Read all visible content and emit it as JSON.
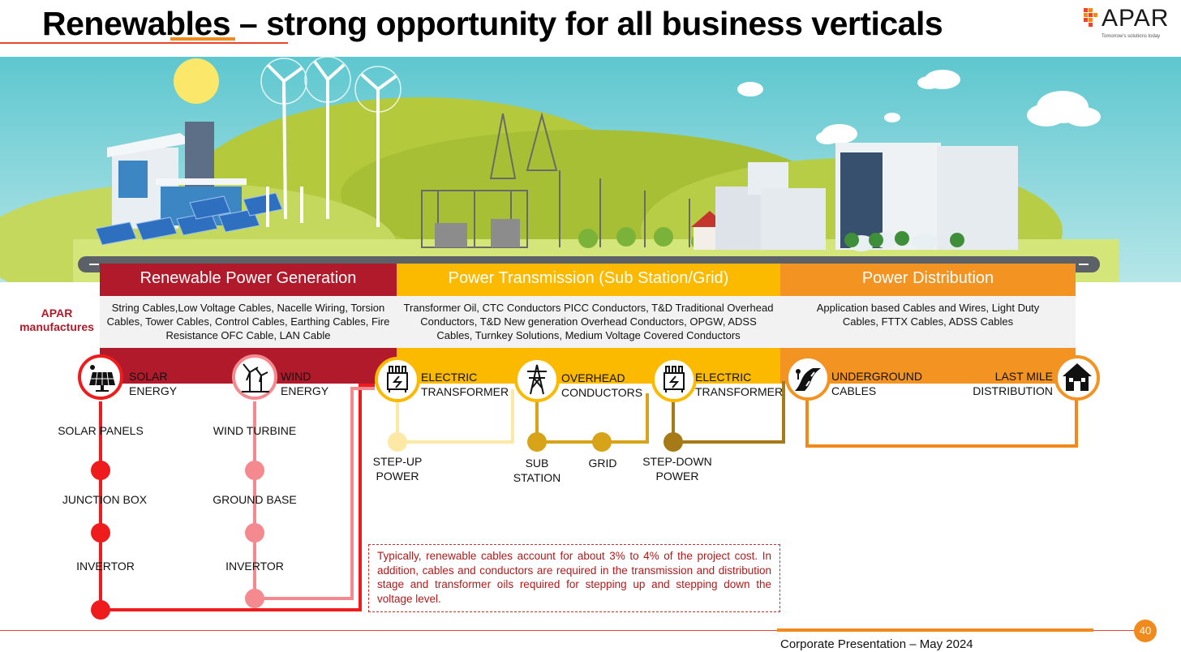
{
  "title": "Renewables – strong opportunity for all business verticals",
  "logo": {
    "name": "APAR",
    "tagline": "Tomorrow's solutions today"
  },
  "apar_label": "APAR manufactures",
  "segments": {
    "generation": {
      "header": "Renewable Power Generation",
      "products": "String Cables,Low Voltage Cables, Nacelle Wiring, Torsion Cables, Tower Cables, Control Cables, Earthing Cables, Fire Resistance OFC Cable, LAN Cable",
      "color": "#b01a2a"
    },
    "transmission": {
      "header": "Power Transmission (Sub Station/Grid)",
      "products": "Transformer Oil, CTC Conductors PICC Conductors, T&D Traditional Overhead Conductors, T&D New generation Overhead Conductors, OPGW, ADSS Cables, Turnkey Solutions, Medium Voltage Covered Conductors",
      "color": "#fbb900"
    },
    "distribution": {
      "header": "Power Distribution",
      "products": "Application based Cables and Wires, Light Duty Cables, FTTX Cables, ADSS Cables",
      "color": "#f39322"
    }
  },
  "nodes": {
    "solar": {
      "label": "SOLAR ENERGY",
      "icon": "solar-panel-icon"
    },
    "wind": {
      "label": "WIND ENERGY",
      "icon": "wind-turbine-icon"
    },
    "transformer1": {
      "label": "ELECTRIC TRANSFORMER",
      "icon": "transformer-icon"
    },
    "overhead": {
      "label": "OVERHEAD CONDUCTORS",
      "icon": "transmission-tower-icon"
    },
    "transformer2": {
      "label": "ELECTRIC TRANSFORMER",
      "icon": "transformer-icon"
    },
    "underground": {
      "label": "UNDERGROUND CABLES",
      "icon": "road-icon"
    },
    "lastmile": {
      "label": "LAST MILE DISTRIBUTION",
      "icon": "house-icon"
    }
  },
  "solar_steps": [
    "SOLAR PANELS",
    "JUNCTION BOX",
    "INVERTOR"
  ],
  "wind_steps": [
    "WIND TURBINE",
    "GROUND BASE",
    "INVERTOR"
  ],
  "flow": {
    "stepup": "STEP-UP POWER",
    "substation": "SUB STATION",
    "grid": "GRID",
    "stepdown": "STEP-DOWN POWER"
  },
  "note": "Typically, renewable cables account for about 3% to 4% of the project cost. In addition, cables and conductors are required in the transmission and distribution stage and transformer oils required for stepping up and stepping down the voltage level.",
  "footer": {
    "text": "Corporate Presentation – May 2024",
    "page": "40"
  }
}
